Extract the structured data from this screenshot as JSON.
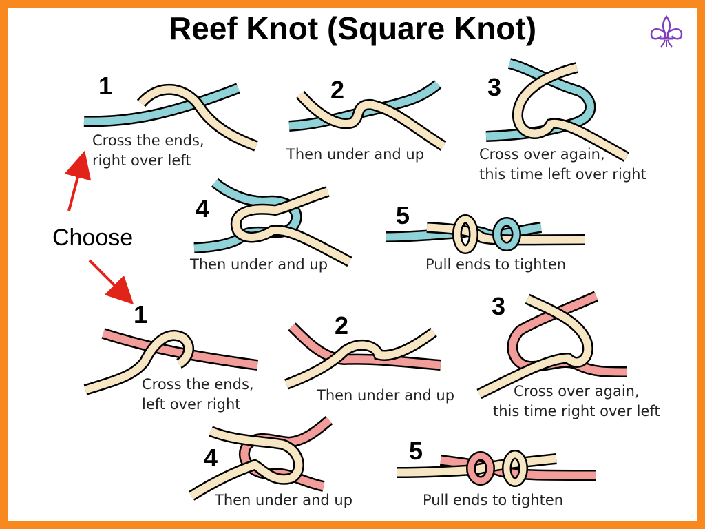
{
  "title": "Reef Knot (Square Knot)",
  "logo": {
    "icon": "fleur-de-lis-icon",
    "color": "#7b3fbf"
  },
  "choose_label": "Choose",
  "colors": {
    "border": "#f7891f",
    "blue_rope": "#8fd3d8",
    "pink_rope": "#f29d9a",
    "cream_rope": "#f7e6c4",
    "arrow": "#e2231a"
  },
  "top_sequence": {
    "steps": [
      {
        "num": "1",
        "caption_line1": "Cross the ends,",
        "caption_line2": "right over left"
      },
      {
        "num": "2",
        "caption_line1": "Then under and up",
        "caption_line2": ""
      },
      {
        "num": "3",
        "caption_line1": "Cross over again,",
        "caption_line2": "this time left over right"
      },
      {
        "num": "4",
        "caption_line1": "Then under and up",
        "caption_line2": ""
      },
      {
        "num": "5",
        "caption_line1": "Pull ends to tighten",
        "caption_line2": ""
      }
    ]
  },
  "bottom_sequence": {
    "steps": [
      {
        "num": "1",
        "caption_line1": "Cross the ends,",
        "caption_line2": "left over right"
      },
      {
        "num": "2",
        "caption_line1": "Then under and up",
        "caption_line2": ""
      },
      {
        "num": "3",
        "caption_line1": "Cross over again,",
        "caption_line2": "this time right over left"
      },
      {
        "num": "4",
        "caption_line1": "Then under and up",
        "caption_line2": ""
      },
      {
        "num": "5",
        "caption_line1": "Pull ends to tighten",
        "caption_line2": ""
      }
    ]
  }
}
